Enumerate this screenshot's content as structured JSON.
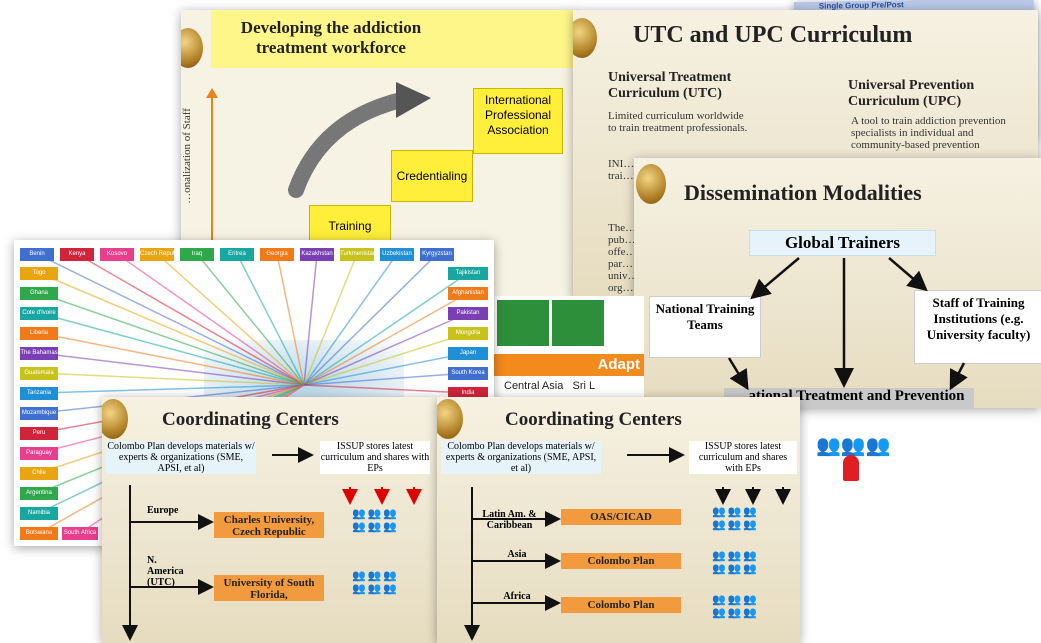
{
  "collage": {
    "slide_workforce": {
      "title": "Developing the  addiction treatment workforce",
      "axis_label": "…onalization of Staff",
      "steps": [
        "Training",
        "Credentialing",
        "International Professional Association"
      ]
    },
    "slide_curriculum": {
      "title": "UTC and UPC Curriculum",
      "utc_heading": "Universal Treatment Curriculum (UTC)",
      "upc_heading": "Universal Prevention Curriculum (UPC)",
      "utc_bullets": [
        "Limited curriculum worldwide to train treatment professionals.",
        "INI… exp… trai… trea…",
        "The… pub… offe… par… univ… org…"
      ],
      "upc_bullets": [
        "A tool to train addiction prevention specialists in individual and community-based prevention"
      ]
    },
    "slide_top_right": {
      "text": "Single Group Pre/Post"
    },
    "slide_dissemination": {
      "title": "Dissemination Modalities",
      "global": "Global Trainers",
      "national": "National Training Teams",
      "staff": "Staff of Training Institutions (e.g. University faculty)",
      "bottom": "…ational Treatment and Prevention"
    },
    "slide_adapt": {
      "banner": "Adapt",
      "regions": "Central Asia   Sri L"
    },
    "slide_map": {
      "top_countries": [
        "Benin",
        "Kenya",
        "Kosovo",
        "Czech Republic",
        "Iraq",
        "Eritrea",
        "Georgia",
        "Kazakhstan",
        "Turkmenistan",
        "Uzbekistan",
        "Kyrgyzstan"
      ],
      "left_countries": [
        "Togo",
        "Ghana",
        "Cote d'Ivoire",
        "Liberia",
        "The Bahamas",
        "Guatemala",
        "Tanzania",
        "Mozambique",
        "Peru",
        "Paraguay",
        "Chile",
        "Argentina",
        "Namibia",
        "Botswana"
      ],
      "right_countries": [
        "Tajikistan",
        "Afghanistan",
        "Pakistan",
        "Mongolia",
        "Japan",
        "South Korea",
        "India"
      ],
      "bottom_extra": "South Africa",
      "colors": [
        "#3f6fcf",
        "#d0243a",
        "#e83e8c",
        "#e8a50f",
        "#2ea84a",
        "#18a7a0",
        "#f07a18",
        "#7a3fb5",
        "#c8c21a",
        "#1f8fd6"
      ]
    },
    "slide_cc_left": {
      "title": "Coordinating Centers",
      "colombo": "Colombo Plan develops materials w/ experts & organizations (SME, APSI, et al)",
      "issup": "ISSUP stores latest curriculum and shares with EPs",
      "region1": "Europe",
      "center1": "Charles University, Czech Republic",
      "region2": "N. America (UTC)",
      "center2": "University of South Florida,"
    },
    "slide_cc_right": {
      "title": "Coordinating Centers",
      "colombo": "Colombo Plan develops materials w/ experts & organizations (SME, APSI, et al)",
      "issup": "ISSUP stores latest curriculum and shares with EPs",
      "region1": "Latin Am. & Caribbean",
      "center1": "OAS/CICAD",
      "region2": "Asia",
      "center2": "Colombo Plan",
      "region3": "Africa",
      "center3": "Colombo Plan"
    }
  }
}
